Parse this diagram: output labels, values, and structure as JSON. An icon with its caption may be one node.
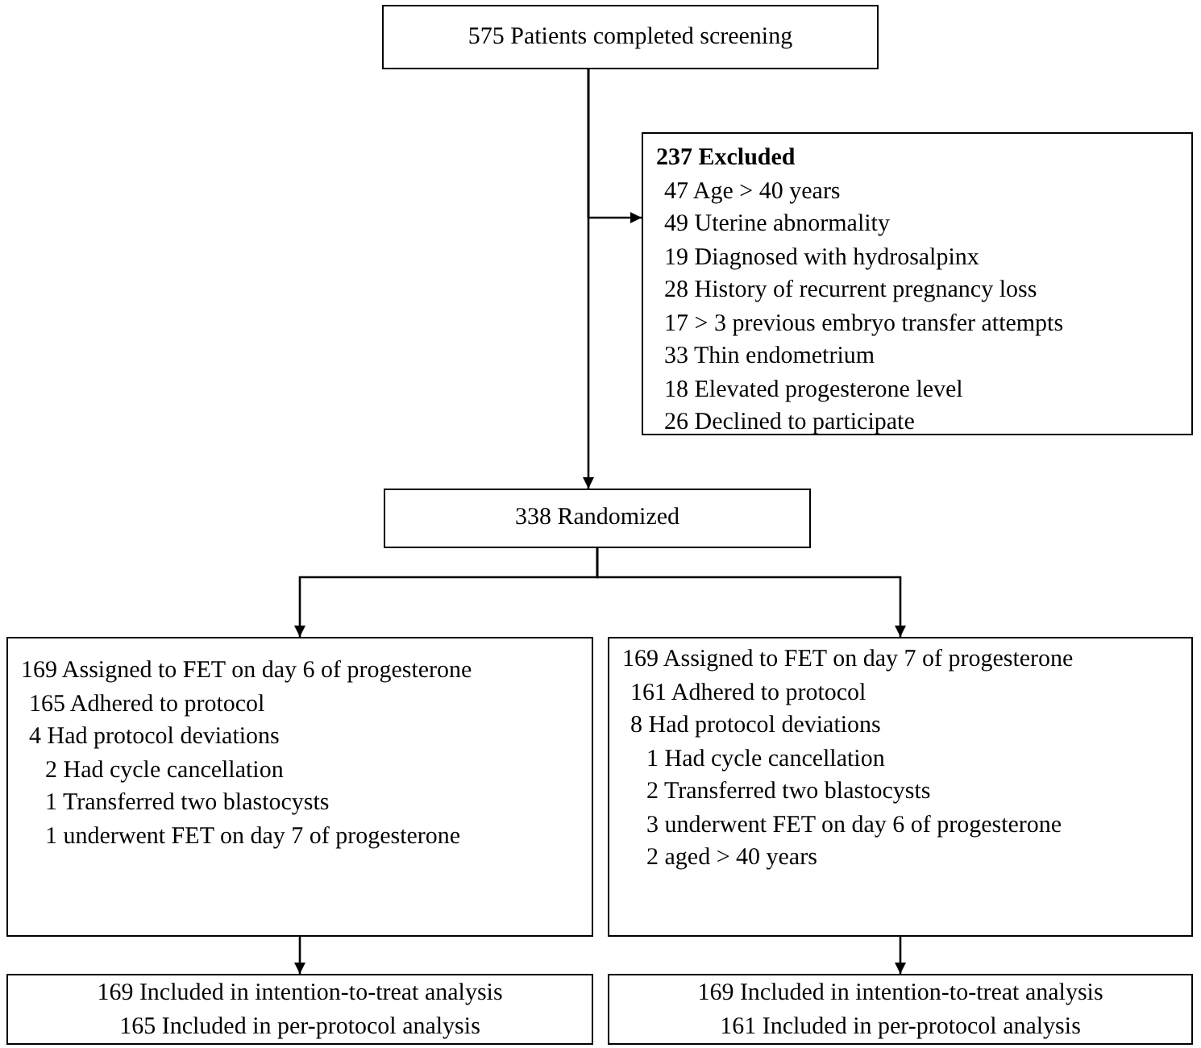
{
  "diagram": {
    "nodes": [
      {
        "text": [
          "575 Patients completed screening"
        ]
      },
      {
        "text": [
          "237 Excluded",
          "47 Age > 40 years",
          "49 Uterine abnormality",
          "19 Diagnosed with hydrosalpinx",
          "28 History of recurrent pregnancy loss",
          "17 > 3 previous embryo transfer attempts",
          "33 Thin endometrium",
          "18 Elevated progesterone level",
          "26 Declined to participate"
        ]
      },
      {
        "text": [
          "338 Randomized"
        ]
      },
      {
        "text": [
          "169 Assigned to FET on day 6 of progesterone",
          "165 Adhered to protocol",
          "4 Had protocol deviations",
          "2 Had cycle cancellation",
          "1 Transferred two blastocysts",
          "1 underwent FET on day 7 of progesterone"
        ]
      },
      {
        "text": [
          "169 Assigned to FET on day 7 of progesterone",
          "161 Adhered to protocol",
          "8 Had protocol deviations",
          "1 Had cycle cancellation",
          "2 Transferred two blastocysts",
          "3 underwent FET on day 6 of progesterone",
          "2 aged > 40 years"
        ]
      },
      {
        "text": [
          "169 Included in intention-to-treat analysis",
          "165 Included in per-protocol analysis"
        ]
      },
      {
        "text": [
          "169 Included in intention-to-treat analysis",
          "161 Included in per-protocol analysis"
        ]
      }
    ],
    "edges": [
      {
        "from": 0,
        "to": 2,
        "arrow": "to"
      },
      {
        "from": 0,
        "to": 1,
        "arrow": "to"
      },
      {
        "from": 2,
        "to": 3,
        "arrow": "to"
      },
      {
        "from": 2,
        "to": 4,
        "arrow": "to"
      },
      {
        "from": 3,
        "to": 5,
        "arrow": "to"
      },
      {
        "from": 4,
        "to": 6,
        "arrow": "to"
      }
    ]
  }
}
